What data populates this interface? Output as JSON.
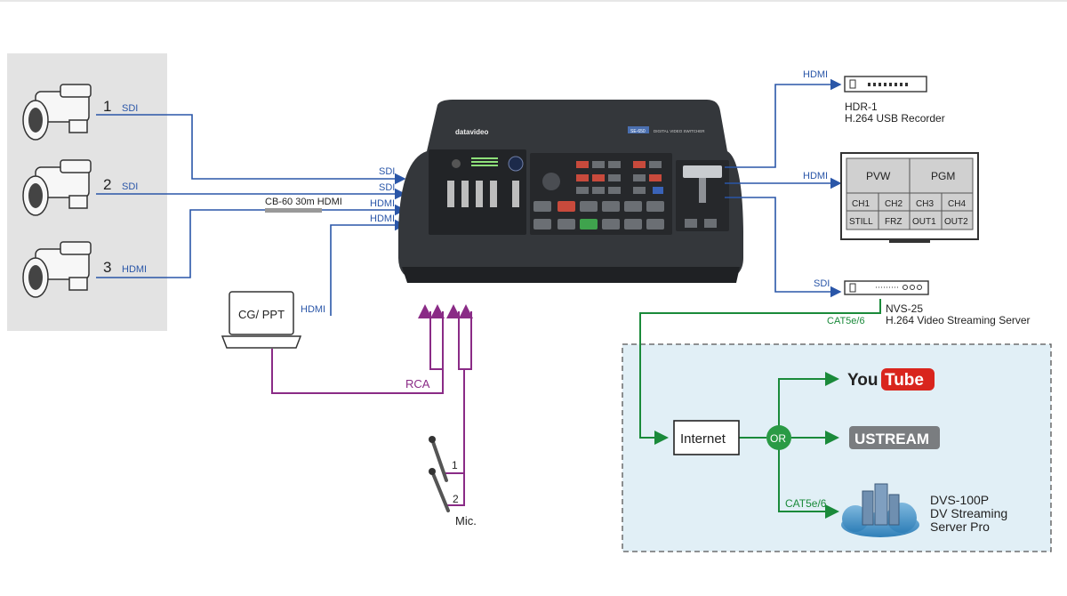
{
  "cameras": [
    {
      "number": "1",
      "signal": "SDI"
    },
    {
      "number": "2",
      "signal": "SDI"
    },
    {
      "number": "3",
      "signal": "HDMI"
    }
  ],
  "cable_label": "CB-60 30m HDMI",
  "switcher_inputs": [
    "SDI",
    "SDI",
    "HDMI",
    "HDMI"
  ],
  "switcher": {
    "brand": "datavideo",
    "model": "SE-650",
    "product": "DIGITAL VIDEO SWITCHER"
  },
  "cg": {
    "label": "CG/ PPT",
    "signal": "HDMI"
  },
  "rca_label": "RCA",
  "mics": {
    "label": "Mic.",
    "items": [
      "1",
      "2"
    ]
  },
  "hdr": {
    "signal": "HDMI",
    "name": "HDR-1",
    "desc": "H.264 USB Recorder"
  },
  "monitor": {
    "signal": "HDMI",
    "top": [
      "PVW",
      "PGM"
    ],
    "row1": [
      "CH1",
      "CH2",
      "CH3",
      "CH4"
    ],
    "row2": [
      "STILL",
      "FRZ",
      "OUT1",
      "OUT2"
    ]
  },
  "nvs": {
    "signal": "SDI",
    "name": "NVS-25",
    "desc": "H.264 Video Streaming Server",
    "cable": "CAT5e/6"
  },
  "streaming": {
    "internet": "Internet",
    "or": "OR",
    "youtube_a": "You",
    "youtube_b": "Tube",
    "ustream": "USTREAM",
    "cable": "CAT5e/6",
    "dvs_name": "DVS-100P",
    "dvs_line2": "DV Streaming",
    "dvs_line3": "Server Pro"
  },
  "colors": {
    "sdi_hdmi_line": "#2a56a8",
    "network_line": "#1a8a3a",
    "audio_line": "#8a2b86",
    "youtube_red": "#d9251d",
    "ustream_grey": "#7a7d80"
  }
}
